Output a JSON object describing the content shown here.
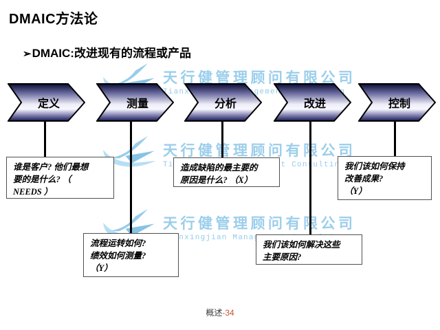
{
  "slide": {
    "title": "DMAIC方法论",
    "subtitle_bullet": "➢",
    "subtitle": "DMAIC:改进现有的流程或产品",
    "footer_label": "概述",
    "footer_page": "-34"
  },
  "process_arrows": [
    {
      "id": "define",
      "label": "定义"
    },
    {
      "id": "measure",
      "label": "测量"
    },
    {
      "id": "analyze",
      "label": "分析"
    },
    {
      "id": "improve",
      "label": "改进"
    },
    {
      "id": "control",
      "label": "控制"
    }
  ],
  "callouts": [
    {
      "step": "define",
      "text": "谁是客户? 他们最想\n要的是什么? （\nNEEDS ）"
    },
    {
      "step": "measure",
      "text": "流程运转如何?\n绩效如何测量?\n（Y）"
    },
    {
      "step": "analyze",
      "text": "造成缺陷的最主要的\n原因是什么? （X）"
    },
    {
      "step": "improve",
      "text": "我们该如何解决这些\n主要原因?"
    },
    {
      "step": "control",
      "text": "我们该如何保持\n改善成果?\n（Y）"
    }
  ],
  "watermark": {
    "chinese": "天行健管理顾问有限公司",
    "english": "Tianxingjian Management Consulting"
  },
  "colors": {
    "watermark_blue": "#89c6e7",
    "arrow_dark_navy": "#12123e",
    "arrow_light": "#f8f8ff",
    "page_number_accent": "#c9532f",
    "text": "#000000"
  }
}
